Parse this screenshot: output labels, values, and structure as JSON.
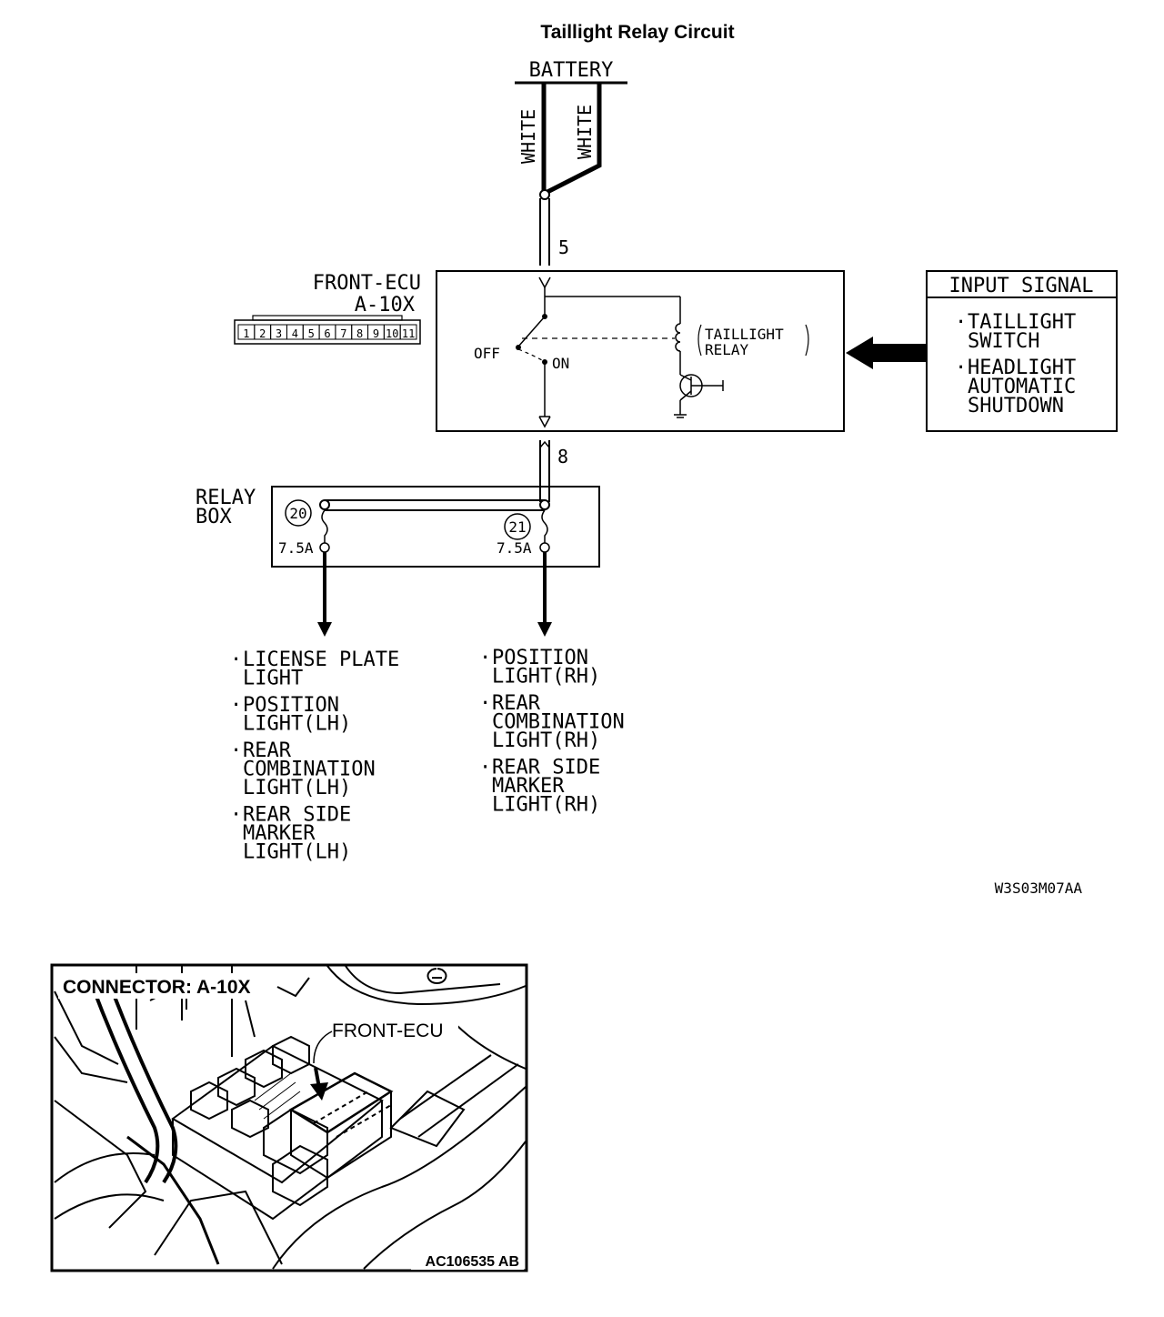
{
  "title": "Taillight Relay Circuit",
  "battery": {
    "label": "BATTERY",
    "wire_left": "WHITE",
    "wire_right": "WHITE",
    "pin_top": "5",
    "pin_bottom": "8"
  },
  "ecu": {
    "name": "FRONT-ECU",
    "connector": "A-10X",
    "connector_pins": [
      "1",
      "2",
      "3",
      "4",
      "5",
      "6",
      "7",
      "8",
      "9",
      "10",
      "11"
    ],
    "switch_off": "OFF",
    "switch_on": "ON",
    "relay_label_1": "TAILLIGHT",
    "relay_label_2": "RELAY"
  },
  "input_signal": {
    "header": "INPUT SIGNAL",
    "items": [
      {
        "bullet": "·",
        "lines": [
          "TAILLIGHT",
          "SWITCH"
        ]
      },
      {
        "bullet": "·",
        "lines": [
          "HEADLIGHT",
          "AUTOMATIC",
          "SHUTDOWN"
        ]
      }
    ]
  },
  "relay_box": {
    "label_1": "RELAY",
    "label_2": "BOX",
    "fuse_left_num": "20",
    "fuse_right_num": "21",
    "fuse_left_rating": "7.5A",
    "fuse_right_rating": "7.5A"
  },
  "outputs_left": [
    {
      "bullet": "·",
      "lines": [
        "LICENSE PLATE",
        "LIGHT"
      ]
    },
    {
      "bullet": "·",
      "lines": [
        "POSITION",
        "LIGHT(LH)"
      ]
    },
    {
      "bullet": "·",
      "lines": [
        "REAR",
        "COMBINATION",
        "LIGHT(LH)"
      ]
    },
    {
      "bullet": "·",
      "lines": [
        "REAR SIDE",
        "MARKER",
        "LIGHT(LH)"
      ]
    }
  ],
  "outputs_right": [
    {
      "bullet": "·",
      "lines": [
        "POSITION",
        "LIGHT(RH)"
      ]
    },
    {
      "bullet": "·",
      "lines": [
        "REAR",
        "COMBINATION",
        "LIGHT(RH)"
      ]
    },
    {
      "bullet": "·",
      "lines": [
        "REAR SIDE",
        "MARKER",
        "LIGHT(RH)"
      ]
    }
  ],
  "diagram_code": "W3S03M07AA",
  "photo": {
    "heading": "CONNECTOR: A-10X",
    "callout": "FRONT-ECU",
    "code": "AC106535 AB"
  }
}
